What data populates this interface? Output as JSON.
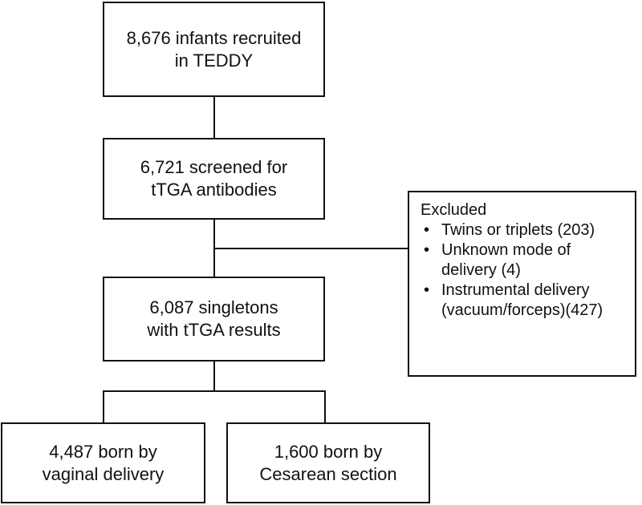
{
  "boxes": {
    "recruited": {
      "line1": "8,676 infants recruited",
      "line2": "in TEDDY"
    },
    "screened": {
      "line1": "6,721 screened for",
      "line2": "tTGA antibodies"
    },
    "singletons": {
      "line1": "6,087 singletons",
      "line2": "with tTGA results"
    },
    "vaginal": {
      "line1": "4,487 born by",
      "line2": "vaginal delivery"
    },
    "cesarean": {
      "line1": "1,600 born by",
      "line2": "Cesarean section"
    }
  },
  "excluded": {
    "title": "Excluded",
    "items": [
      {
        "line1": "Twins or triplets (203)"
      },
      {
        "line1": "Unknown mode of",
        "line2": "delivery (4)"
      },
      {
        "line1": "Instrumental delivery",
        "line2": "(vacuum/forceps)(427)"
      }
    ]
  }
}
